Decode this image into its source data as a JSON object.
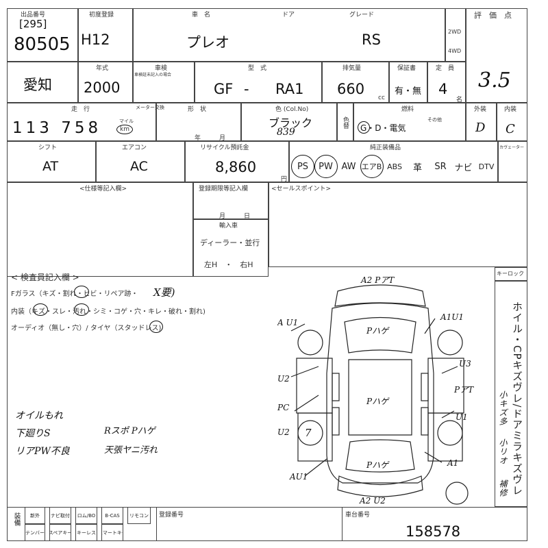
{
  "header": {
    "title": "",
    "lot_label": "出品番号",
    "lot_no_bracket": "[295]",
    "lot_no": "80505",
    "first_reg_label": "初度登録",
    "first_reg": "H12",
    "car_name_label": "車　名",
    "car_name": "プレオ",
    "door_label": "ドア",
    "grade_label": "グレード",
    "grade": "RS",
    "drive_2wd": "2WD",
    "drive_4wd": "4WD",
    "score_label": "評　価　点",
    "score": "3.5"
  },
  "row2": {
    "region": "愛知",
    "year_label": "年式",
    "year": "2000",
    "inspection_label": "車検",
    "inspection_note": "車検証未記入の場合",
    "model_label": "型　式",
    "model_left": "GF",
    "model_dash": "-",
    "model_right": "RA1",
    "displacement_label": "排気量",
    "displacement": "660",
    "cc": "cc",
    "warranty_label": "保証書",
    "warranty": "有・無",
    "capacity_label": "定　員",
    "capacity": "4",
    "capacity_unit": "名"
  },
  "row3": {
    "mileage_label": "走　行",
    "mileage": "113 758",
    "mileage_unit_label": "マイル",
    "mileage_unit": "km",
    "meter_label": "メーター交換",
    "shape_label": "形　状",
    "year_month": "年　　　月",
    "color_label": "色 (Col.No)",
    "color": "ブラック",
    "color_no": "839",
    "color_change_label": "色替",
    "fuel_label": "燃料",
    "fuel": "G・D・電気",
    "fuel_other": "その他",
    "ext_label": "外装",
    "ext": "D",
    "int_label": "内装",
    "int": "C"
  },
  "row4": {
    "shift_label": "シフト",
    "shift": "AT",
    "ac_label": "エアコン",
    "ac": "AC",
    "recycle_label": "リサイクル預託金",
    "recycle": "8,860",
    "yen": "円",
    "equip_label": "純正装備品",
    "equip": [
      {
        "label": "PS",
        "circled": true
      },
      {
        "label": "PW",
        "circled": true
      },
      {
        "label": "AW",
        "circled": false
      },
      {
        "label": "エアB",
        "circled": true
      },
      {
        "label": "ABS",
        "circled": false
      },
      {
        "label": "革",
        "circled": false
      },
      {
        "label": "SR",
        "circled": false
      },
      {
        "label": "ナビ",
        "circled": false
      },
      {
        "label": "DTV",
        "circled": false
      }
    ],
    "card_label": "カヴェーター"
  },
  "mid": {
    "spec_label": "<仕様等記入欄>",
    "deadline_label": "登録期限等記入欄",
    "month_day": "月　　　日",
    "import_label": "輸入車",
    "dealer": "ディーラー・並行",
    "steering": "左H　・　右H",
    "sales_label": "<セールスポイント>"
  },
  "inspect": {
    "title": "< 検査員記入欄 >",
    "glass": "Fガラス（キズ・割れ・ヒビ・リペア跡・",
    "glass_mark": "X要)",
    "interior": "内装（キズ・スレ・汚れ・シミ・コゲ・穴・キレ・破れ・割れ)",
    "audio": "オーディオ（無し・穴）/ タイヤ（スタッドレス)",
    "key_label": "キーロック",
    "notes_left": [
      "オイルもれ",
      "下廻りS",
      "リアPW不良"
    ],
    "notes_right": [
      "Rスポ Pハゲ",
      "天張ヤニ汚れ"
    ],
    "side_vertical": "ホイル・CPキズヴレ/ドアミラキズヴレ",
    "side_small": [
      "小キズ多",
      "小リオ",
      "補修"
    ]
  },
  "diagram": {
    "marks": [
      "A2 PアT",
      "A U1",
      "A1U1",
      "Pハゲ",
      "U3",
      "U2",
      "PアT",
      "Pハゲ",
      "PC",
      "U1",
      "U2",
      "Pハゲ",
      "A1",
      "AU1",
      "A2 U2"
    ],
    "tire_note": "7"
  },
  "footer": {
    "equip_label": "装備",
    "items_row1": [
      "新外",
      "ナビ取付",
      "ロム/BO",
      "B-CAS",
      "リモコン"
    ],
    "items_row2": [
      "テンバー",
      "スペアキー",
      "キーレス",
      "スマートキー"
    ],
    "reg_no_label": "登録番号",
    "chassis_label": "車台番号",
    "chassis": "158578"
  }
}
